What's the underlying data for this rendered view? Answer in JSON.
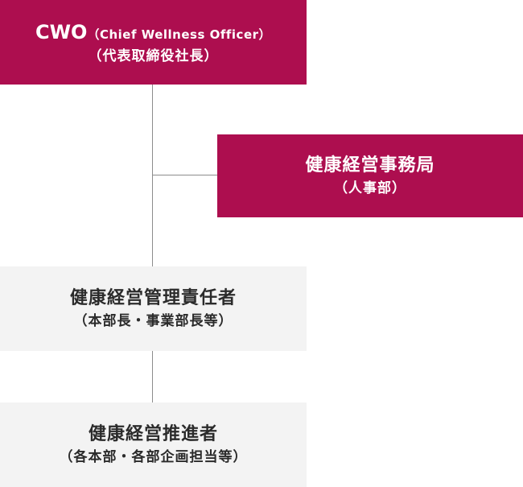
{
  "nodes": {
    "cwo": {
      "title": "CWO",
      "title_en": "（Chief Wellness Officer）",
      "subtitle": "（代表取締役社長）",
      "color": "#ad0e4f"
    },
    "secretariat": {
      "title": "健康経営事務局",
      "subtitle": "（人事部）",
      "color": "#ad0e4f"
    },
    "manager": {
      "title": "健康経営管理責任者",
      "subtitle": "（本部長・事業部長等）",
      "color": "#f3f3f3"
    },
    "promoter": {
      "title": "健康経営推進者",
      "subtitle": "（各本部・各部企画担当等）",
      "color": "#f3f3f3"
    }
  }
}
